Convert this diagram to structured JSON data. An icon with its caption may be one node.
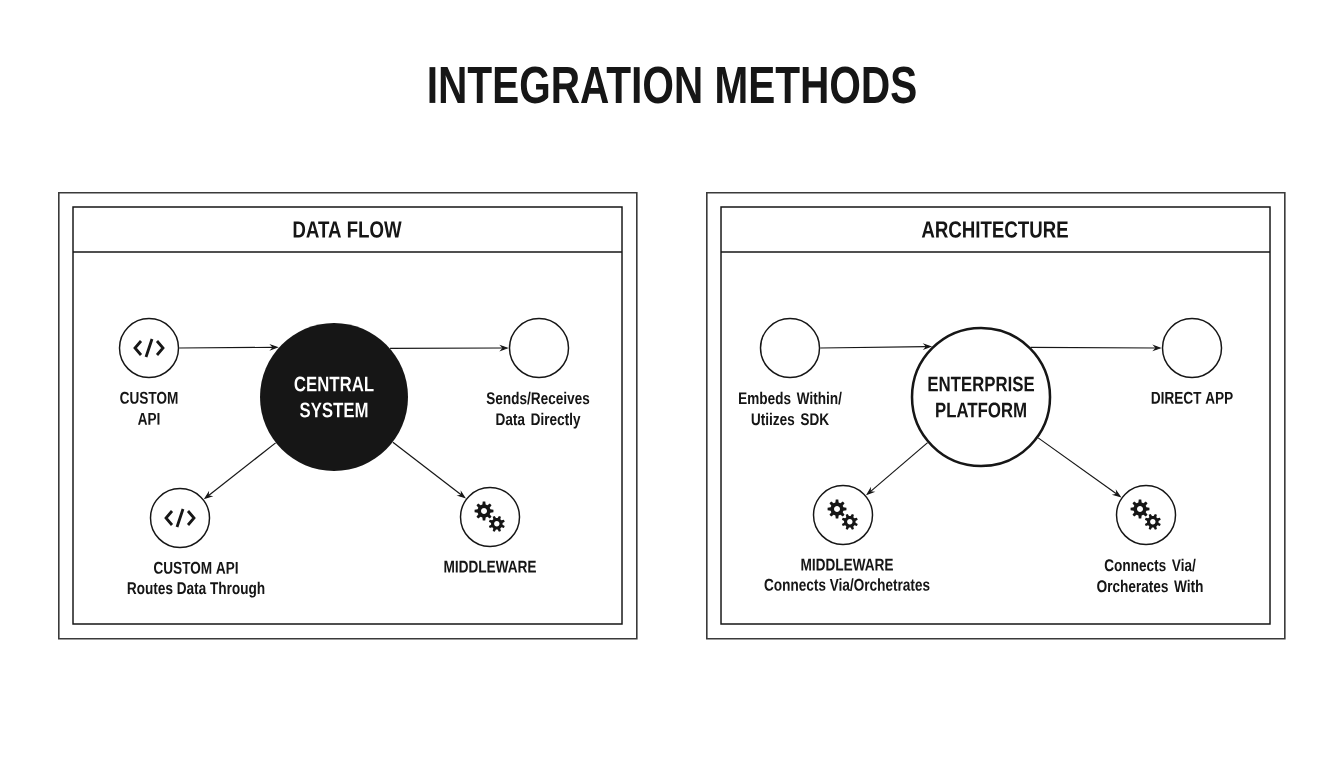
{
  "diagram": {
    "title": "INTEGRATION METHODS",
    "nodes": [
      {
        "text": [
          "DATA FLOW"
        ]
      },
      {
        "text": [
          "CUSTOM API"
        ],
        "in": 0
      },
      {
        "text": [
          "CENTRAL SYSTEM"
        ],
        "in": 0
      },
      {
        "text": [
          "Sends/Receives Data Directly"
        ],
        "in": 0
      },
      {
        "text": [
          "CUSTOM API",
          "Routes Data Through"
        ],
        "in": 0
      },
      {
        "text": [
          "MIDDLEWARE"
        ],
        "in": 0
      },
      {
        "text": [
          "ARCHITECTURE"
        ]
      },
      {
        "text": [
          "Embeds Within/ Utiizes SDK"
        ],
        "in": 6
      },
      {
        "text": [
          "ENTERPRISE PLATFORM"
        ],
        "in": 6
      },
      {
        "text": [
          "DIRECT APP"
        ],
        "in": 6
      },
      {
        "text": [
          "MIDDLEWARE",
          "Connects Via/Orchetrates"
        ],
        "in": 6
      },
      {
        "text": [
          "Connects Via/ Orcherates With"
        ],
        "in": 6
      }
    ],
    "edges": [
      {
        "from": 1,
        "to": 2,
        "arrow": "to"
      },
      {
        "from": 2,
        "to": 3,
        "arrow": "to"
      },
      {
        "from": 2,
        "to": 4,
        "arrow": "to"
      },
      {
        "from": 2,
        "to": 5,
        "arrow": "to"
      },
      {
        "from": 7,
        "to": 8,
        "arrow": "to"
      },
      {
        "from": 8,
        "to": 9,
        "arrow": "to"
      },
      {
        "from": 8,
        "to": 10,
        "arrow": "to"
      },
      {
        "from": 8,
        "to": 11,
        "arrow": "to"
      }
    ]
  }
}
